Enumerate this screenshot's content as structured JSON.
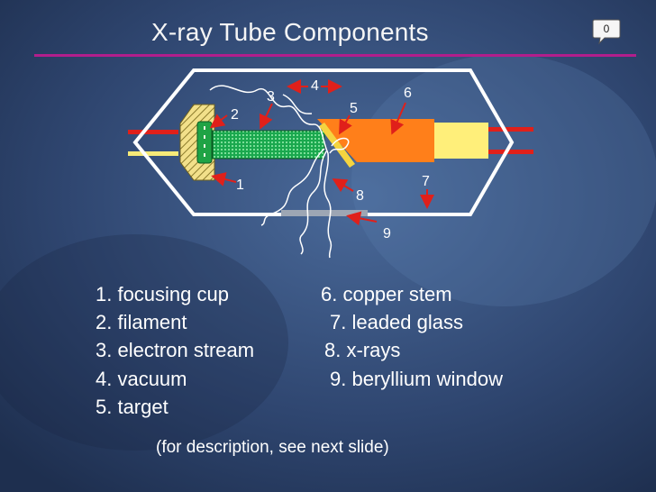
{
  "slide": {
    "title": "X-ray Tube Components",
    "page_badge": "0",
    "note": "(for description, see next slide)"
  },
  "diagram": {
    "callouts": [
      "1",
      "2",
      "3",
      "4",
      "5",
      "6",
      "7",
      "8",
      "9"
    ]
  },
  "legend": {
    "left": [
      "1. focusing cup",
      "2. filament",
      "3. electron stream",
      "4. vacuum",
      "5. target"
    ],
    "right": [
      "6. copper stem",
      "7. leaded glass",
      "8. x-rays",
      "9. beryllium window"
    ]
  },
  "colors": {
    "background": "#33486e",
    "title_rule": "#b21e8c",
    "copper": "#ff7f1a",
    "stem_light": "#ffef7a",
    "electron": "#19b85a",
    "wire_red": "#e0201a",
    "arrow": "#e0201a",
    "cup": "#f2e08a"
  }
}
